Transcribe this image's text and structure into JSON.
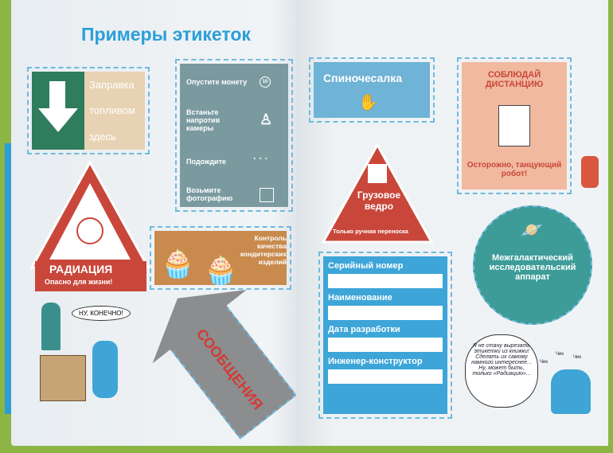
{
  "left_page": {
    "title": "Примеры этикеток",
    "fuel": [
      "Заправка",
      "топливом",
      "здесь"
    ],
    "photo": [
      "Опустите монету",
      "Встаньте напротив камеры",
      "Подождите",
      "Возьмите фотографию"
    ],
    "coin": "10",
    "radiation": {
      "title": "РАДИАЦИЯ",
      "sub": "Опасно для жизни!"
    },
    "cupcake": "Контроль качества кондитерских изделий",
    "arrow": "СООБЩЕНИЯ",
    "bubble": "НУ, КОНЕЧНО!"
  },
  "right_page": {
    "back": "Спиночесалка",
    "distance": {
      "title": "СОБЛЮДАЙ ДИСТАНЦИЮ",
      "sub": "Осторожно, танцующий робот!"
    },
    "bucket": {
      "title": "Грузовое ведро",
      "sub": "Только ручная переноска"
    },
    "form": [
      "Серийный номер",
      "Наименование",
      "Дата разработки",
      "Инженер-конструктор"
    ],
    "space": "Межгалактический исследовательский аппарат",
    "bubble": "Я не стану вырезать этикетки из книжки! Сделать их самому намного интереснее... Ну, может быть, только «Радиацию»...",
    "snip": [
      "Чик",
      "Чик",
      "Чик"
    ]
  },
  "colors": {
    "blue": "#2b9fd8",
    "green": "#2f7d5c",
    "beige": "#e7d2b3",
    "gray": "#7a9aa0",
    "red": "#c9473a",
    "orange": "#c98a4e",
    "teal": "#3d9c98",
    "salmon": "#f1b9a0"
  }
}
